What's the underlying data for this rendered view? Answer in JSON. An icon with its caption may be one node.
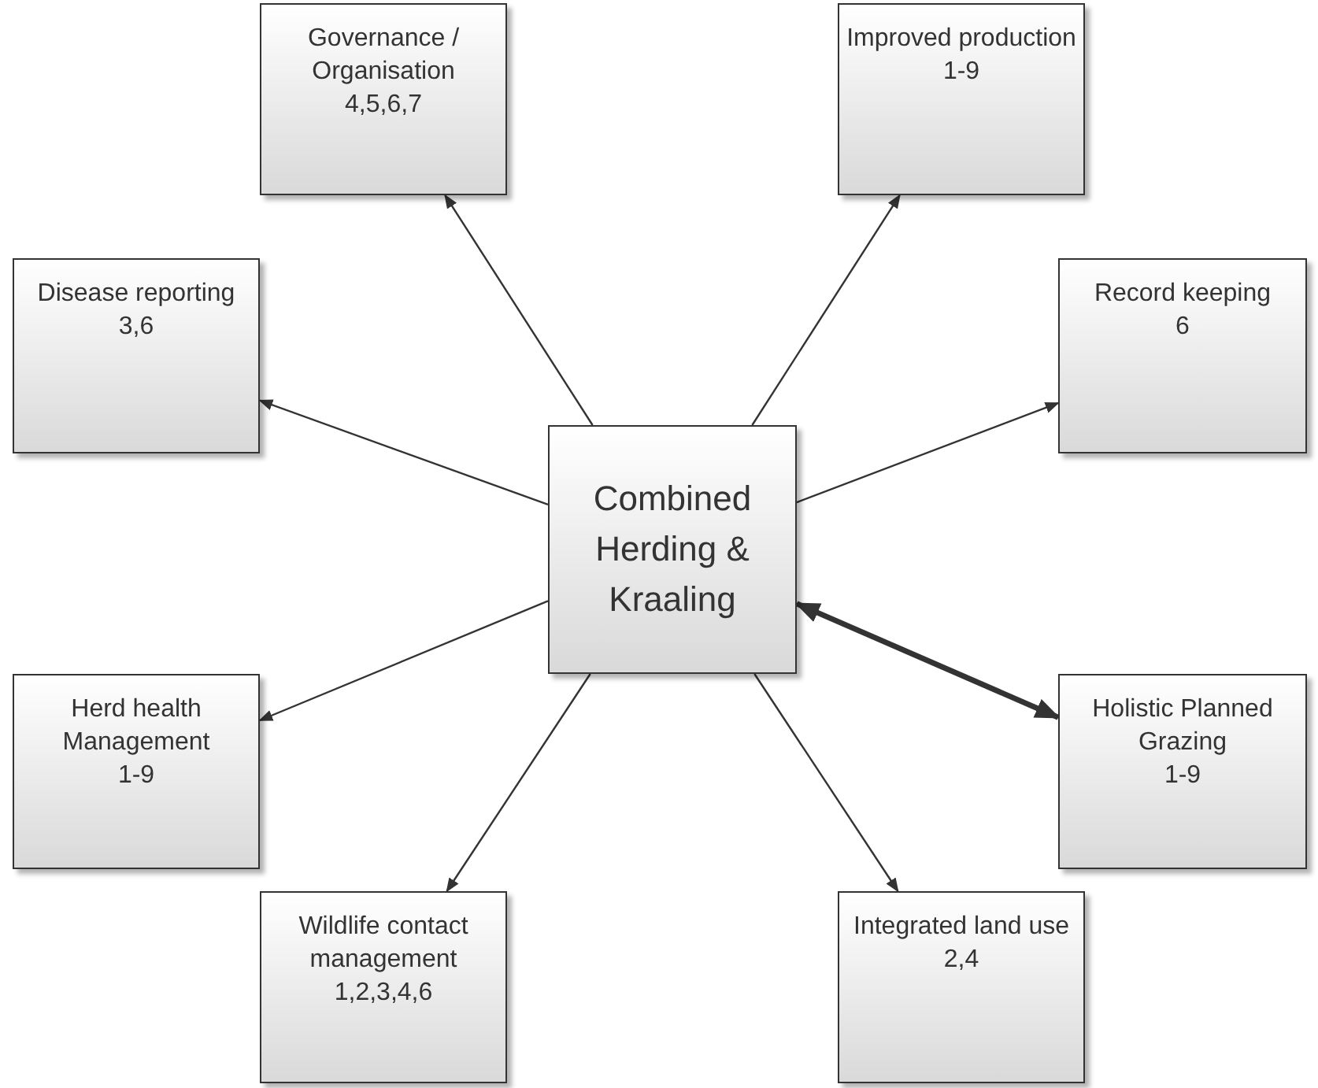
{
  "diagram": {
    "nodes": [
      {
        "text": [
          "Combined Herding & Kraaling"
        ]
      },
      {
        "text": [
          "Governance / Organisation",
          "4,5,6,7"
        ]
      },
      {
        "text": [
          "Improved production",
          "1-9"
        ]
      },
      {
        "text": [
          "Disease reporting",
          "3,6"
        ]
      },
      {
        "text": [
          "Record keeping",
          "6"
        ]
      },
      {
        "text": [
          "Herd health Management",
          "1-9"
        ]
      },
      {
        "text": [
          "Holistic Planned Grazing",
          "1-9"
        ]
      },
      {
        "text": [
          "Wildlife contact management",
          "1,2,3,4,6"
        ]
      },
      {
        "text": [
          "Integrated land use",
          "2,4"
        ]
      }
    ],
    "edges": [
      {
        "from": 0,
        "to": 1,
        "arrow": "to"
      },
      {
        "from": 0,
        "to": 2,
        "arrow": "to"
      },
      {
        "from": 0,
        "to": 3,
        "arrow": "to"
      },
      {
        "from": 0,
        "to": 4,
        "arrow": "to"
      },
      {
        "from": 0,
        "to": 5,
        "arrow": "to"
      },
      {
        "from": 0,
        "to": 6,
        "arrow": "both",
        "style": "thick"
      },
      {
        "from": 0,
        "to": 7,
        "arrow": "to"
      },
      {
        "from": 0,
        "to": 8,
        "arrow": "to"
      }
    ]
  }
}
